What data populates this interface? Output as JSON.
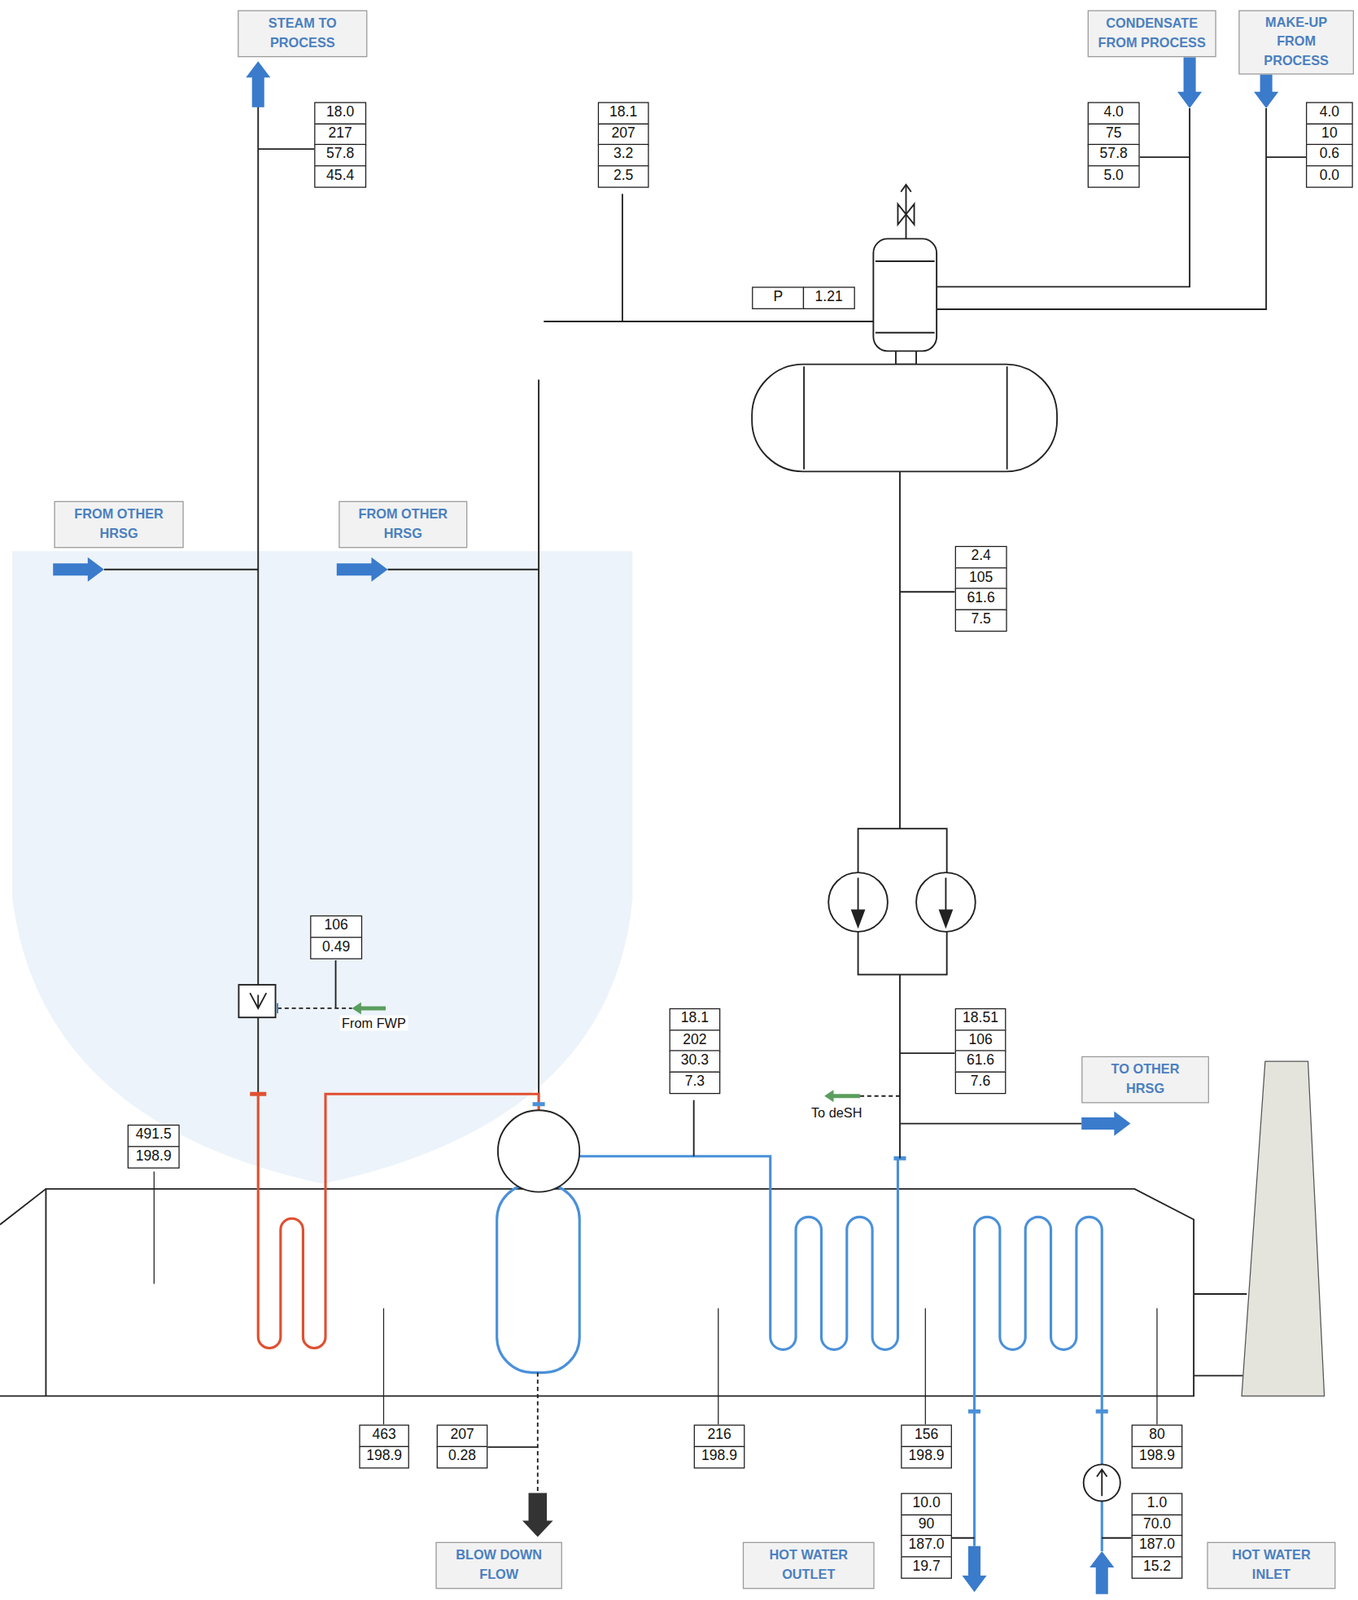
{
  "diagram": {
    "nodes": [
      {
        "text": [
          "STEAM TO PROCESS"
        ]
      },
      {
        "text": [
          "18.0",
          "217",
          "57.8",
          "45.4"
        ]
      },
      {
        "text": [
          "18.1",
          "207",
          "3.2",
          "2.5"
        ]
      },
      {
        "text": [
          "CONDENSATE FROM PROCESS"
        ]
      },
      {
        "text": [
          "MAKE-UP FROM PROCESS"
        ]
      },
      {
        "text": [
          "4.0",
          "75",
          "57.8",
          "5.0"
        ]
      },
      {
        "text": [
          "4.0",
          "10",
          "0.6",
          "0.0"
        ]
      },
      {
        "text": [
          "P",
          "1.21"
        ]
      },
      {
        "text": [
          "FROM OTHER HRSG"
        ]
      },
      {
        "text": [
          "FROM OTHER HRSG"
        ]
      },
      {
        "text": [
          "2.4",
          "105",
          "61.6",
          "7.5"
        ]
      },
      {
        "text": [
          "106",
          "0.49"
        ]
      },
      {
        "text": [
          "18.1",
          "202",
          "30.3",
          "7.3"
        ]
      },
      {
        "text": [
          "18.51",
          "106",
          "61.6",
          "7.6"
        ]
      },
      {
        "text": [
          "TO OTHER HRSG"
        ]
      },
      {
        "text": [
          "491.5",
          "198.9"
        ]
      },
      {
        "text": [
          "463",
          "198.9"
        ]
      },
      {
        "text": [
          "207",
          "0.28"
        ]
      },
      {
        "text": [
          "216",
          "198.9"
        ]
      },
      {
        "text": [
          "156",
          "198.9"
        ]
      },
      {
        "text": [
          "80",
          "198.9"
        ]
      },
      {
        "text": [
          "10.0",
          "90",
          "187.0",
          "19.7"
        ]
      },
      {
        "text": [
          "1.0",
          "70.0",
          "187.0",
          "15.2"
        ]
      },
      {
        "text": [
          "BLOW DOWN FLOW"
        ]
      },
      {
        "text": [
          "HOT WATER OUTLET"
        ]
      },
      {
        "text": [
          "HOT WATER INLET"
        ]
      }
    ],
    "labels": [
      "From FWP",
      "To deSH"
    ]
  }
}
